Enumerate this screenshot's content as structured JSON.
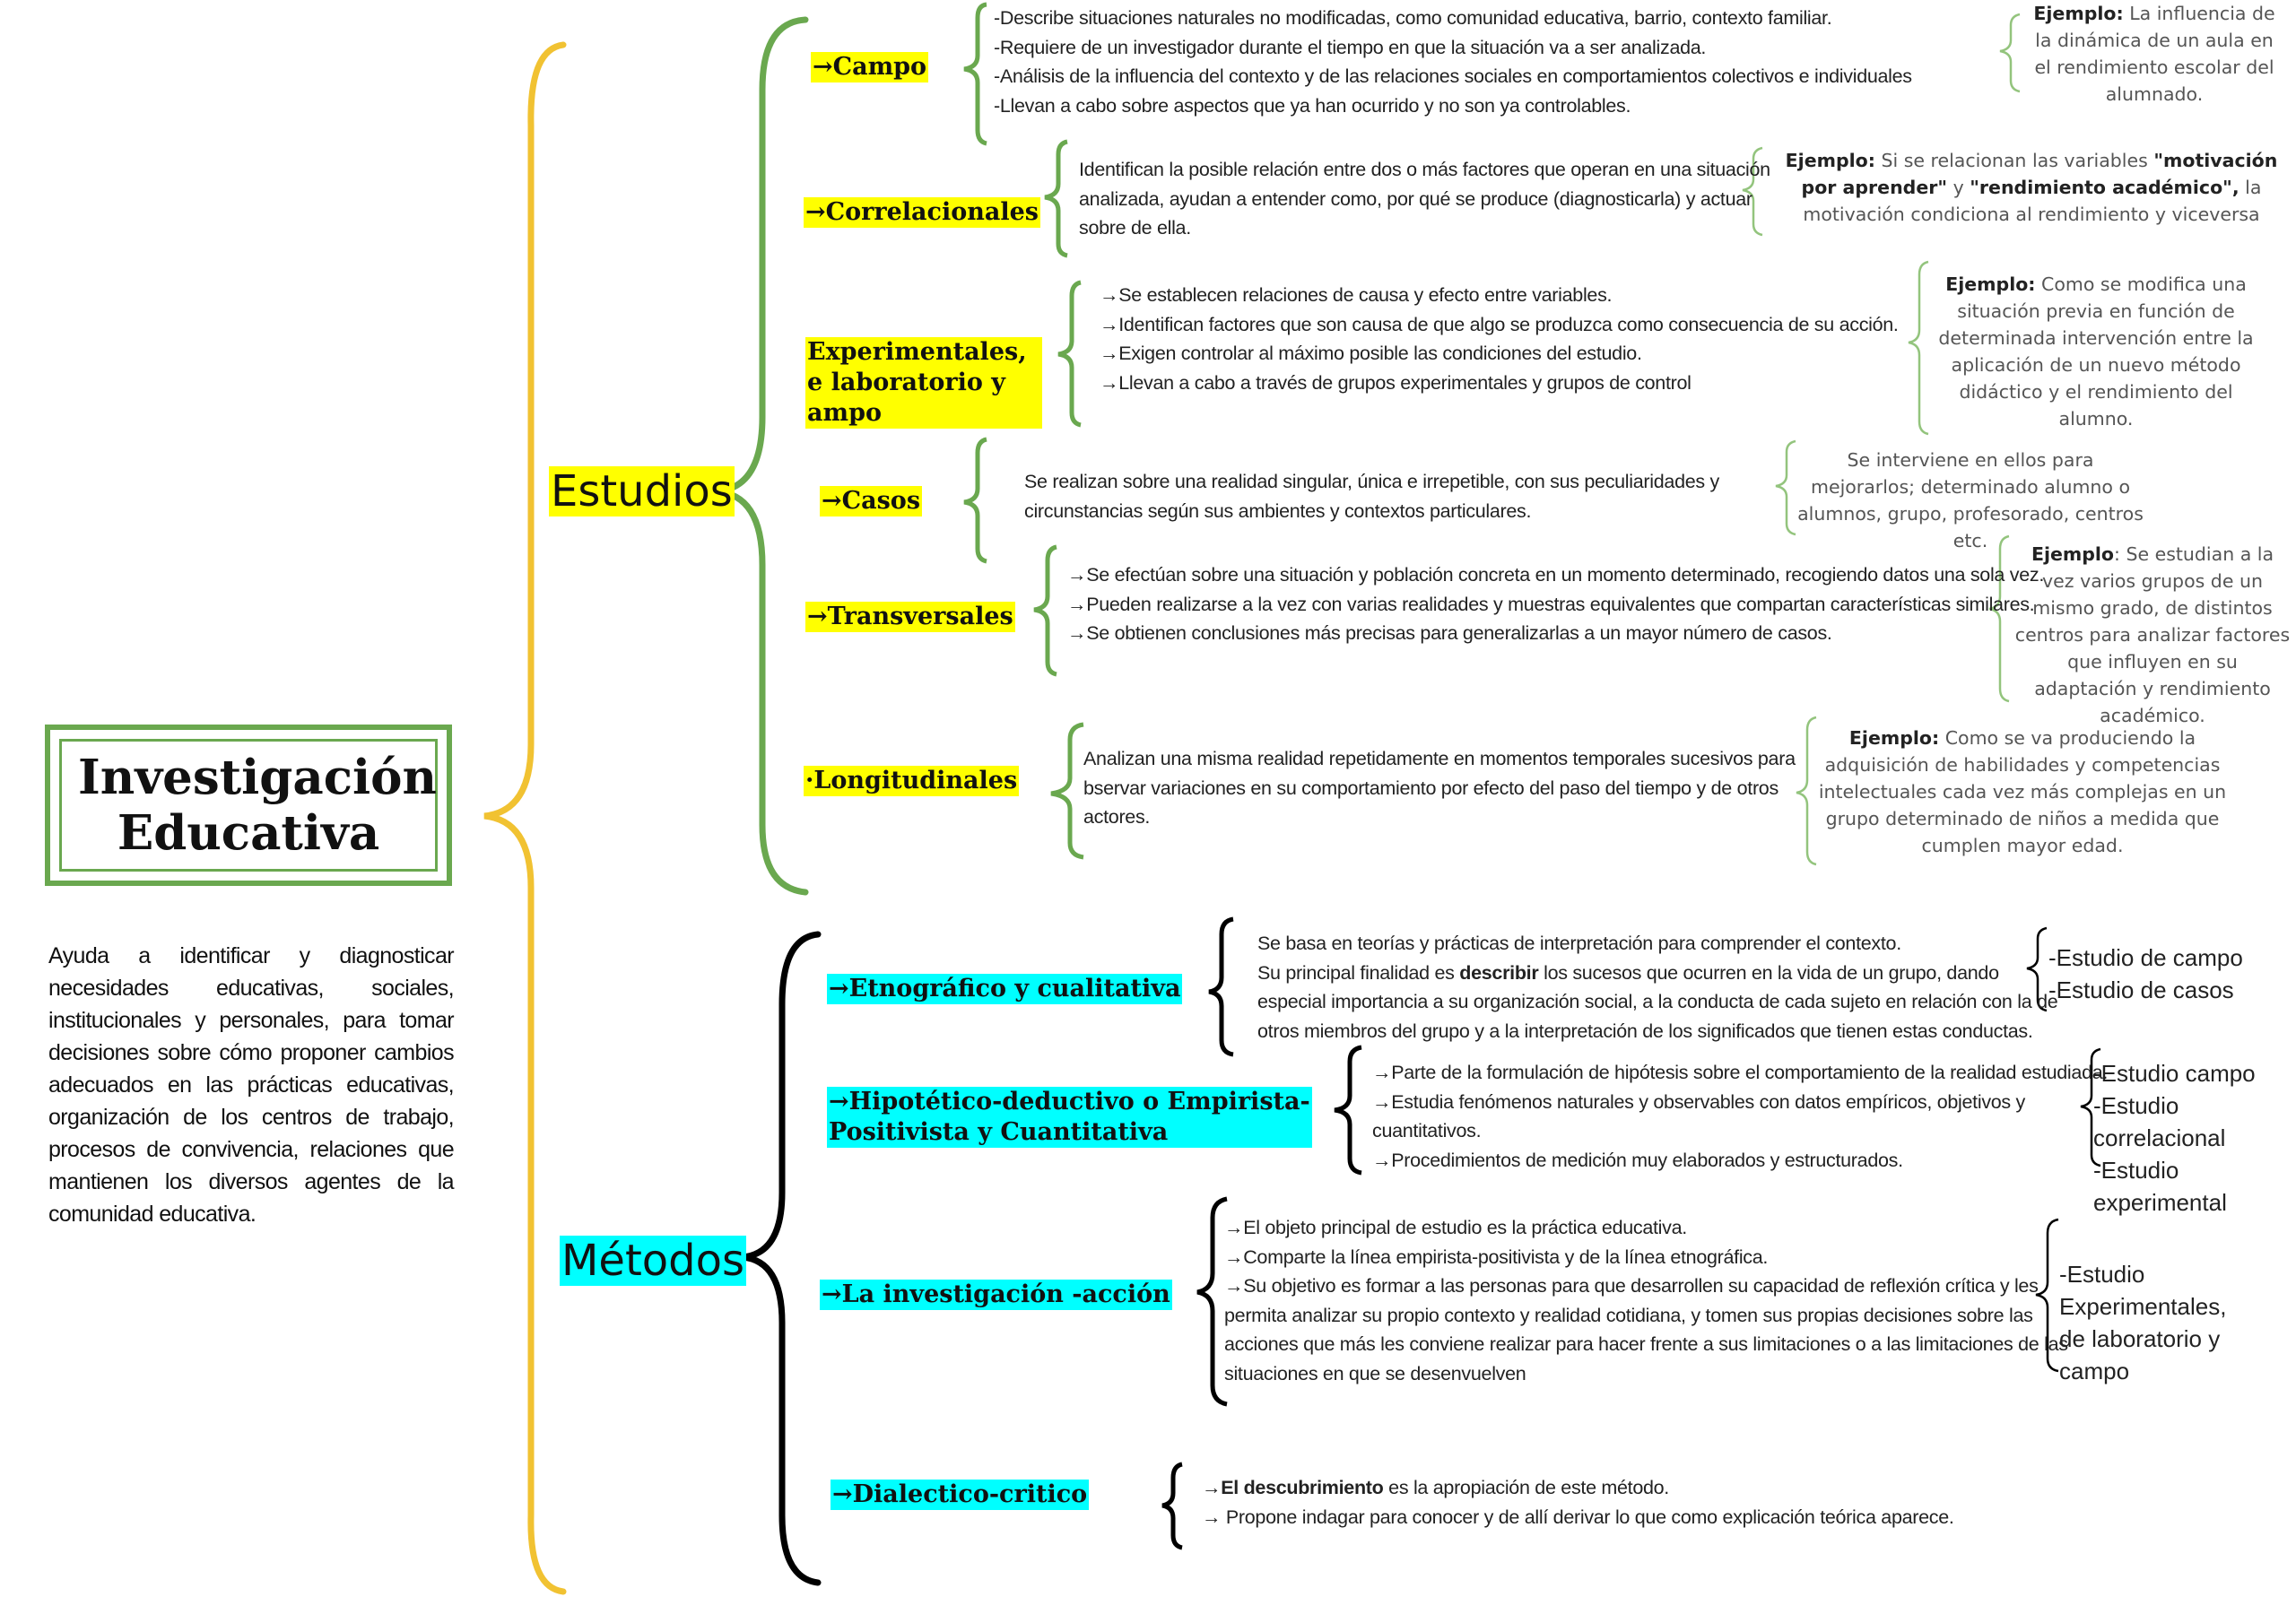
{
  "title": "Investigación Educativa",
  "intro": "Ayuda a identificar y diagnosticar necesidades educativas, sociales, institucionales y personales, para tomar decisiones sobre cómo proponer cambios adecuados en las prácticas educativas, organización de los centros de trabajo, procesos de convivencia, relaciones que mantienen los diversos agentes de la comunidad educativa.",
  "estudios": {
    "heading": "Estudios",
    "campo": {
      "label": "→Campo",
      "lines": [
        "-Describe situaciones naturales no modificadas, como comunidad educativa, barrio, contexto familiar.",
        "-Requiere de un investigador durante el tiempo en que la situación va a ser analizada.",
        "-Análisis de la influencia del contexto y de las relaciones sociales en comportamientos colectivos e individuales",
        "-Llevan a cabo sobre aspectos que ya han ocurrido y no son ya controlables."
      ],
      "example_head": "Ejemplo:",
      "example": "La influencia de la dinámica de un aula en el rendimiento escolar del alumnado."
    },
    "correlacionales": {
      "label": "→Correlacionales",
      "lines": [
        "Identifican la posible relación entre dos o más factores que operan en una situación",
        "analizada, ayudan a entender como, por qué se produce (diagnosticarla) y actuar",
        "sobre de ella."
      ],
      "example_head": "Ejemplo:",
      "example_a": "Si se relacionan las variables",
      "example_b": "\"motivación por aprender\"",
      "example_c": "y",
      "example_d": "\"rendimiento académico\",",
      "example_e": "la motivación condiciona al rendimiento y viceversa"
    },
    "experimentales": {
      "label_lines": [
        "Experimentales,",
        "e laboratorio y",
        "ampo"
      ],
      "lines": [
        "→Se establecen relaciones de causa y efecto entre variables.",
        "→Identifican factores que son causa de que algo se produzca como consecuencia de su acción.",
        "→Exigen controlar al máximo posible las condiciones del estudio.",
        "→Llevan a cabo a través de grupos experimentales y grupos de control"
      ],
      "example_head": "Ejemplo:",
      "example": "Como se modifica una situación previa en función de determinada intervención entre la aplicación de un nuevo método didáctico y el rendimiento del alumno."
    },
    "casos": {
      "label": "→Casos",
      "lines": [
        "Se realizan sobre una realidad singular, única e irrepetible, con sus peculiaridades y",
        "circunstancias según sus ambientes y contextos particulares."
      ],
      "example": "Se interviene en ellos para mejorarlos; determinado alumno o alumnos, grupo, profesorado, centros etc."
    },
    "transversales": {
      "label": "→Transversales",
      "lines": [
        "→Se efectúan sobre una situación y población concreta en un momento determinado, recogiendo datos una sola vez.",
        "→Pueden realizarse a la vez con varias realidades y muestras equivalentes que compartan características similares.",
        "→Se obtienen conclusiones más precisas para generalizarlas a un mayor número de casos."
      ],
      "example_head": "Ejemplo",
      "example": ": Se estudian a la vez varios grupos de un mismo grado, de distintos centros para analizar factores que influyen en su adaptación y rendimiento académico."
    },
    "longitudinales": {
      "label": "·Longitudinales",
      "lines": [
        "Analizan una misma realidad repetidamente en momentos temporales sucesivos para",
        "bservar variaciones en su comportamiento por efecto del paso del tiempo y de otros",
        "actores."
      ],
      "example_head": "Ejemplo:",
      "example": "Como se va produciendo la adquisición de habilidades y competencias intelectuales cada vez más complejas en un grupo determinado de niños a medida que cumplen mayor edad."
    }
  },
  "metodos": {
    "heading": "Métodos",
    "etnografico": {
      "label": "→Etnográfico y cualitativa",
      "line1": "Se basa en teorías y prácticas de interpretación para comprender el contexto.",
      "line2_a": "Su principal finalidad es",
      "line2_b": "describir",
      "line2_c": "los sucesos que ocurren en la vida de un grupo, dando",
      "line3": "especial importancia a su organización social, a la conducta de cada sujeto en relación con la de",
      "line4": "otros miembros del grupo y a la interpretación de los significados que tienen estas conductas.",
      "studies": [
        "-Estudio de campo",
        "-Estudio de casos"
      ]
    },
    "hipotetico": {
      "label_lines": [
        "→Hipotético-deductivo o Empirista-",
        "Positivista y Cuantitativa"
      ],
      "lines": [
        "→Parte de la formulación de hipótesis sobre el comportamiento de la realidad estudiada.",
        "→Estudia fenómenos naturales y observables con datos empíricos, objetivos y",
        "cuantitativos.",
        "→Procedimientos de medición muy elaborados y estructurados."
      ],
      "studies": [
        "-Estudio campo",
        "-Estudio correlacional",
        "-Estudio experimental"
      ]
    },
    "accion": {
      "label": "→La investigación -acción",
      "lines": [
        "→El objeto principal de estudio es la práctica educativa.",
        "→Comparte la línea empirista-positivista y de la línea etnográfica.",
        "→Su objetivo es formar a las personas para que desarrollen su capacidad de reflexión crítica y les",
        "permita analizar su propio contexto y realidad cotidiana, y tomen sus propias decisiones sobre las",
        "acciones que más les conviene realizar para hacer frente a sus limitaciones o a las limitaciones de las",
        "situaciones en que se desenvuelven"
      ],
      "studies": [
        "-Estudio Experimentales,",
        "de laboratorio y campo"
      ]
    },
    "dialectico": {
      "label": "→Dialectico-critico",
      "line1_a": "→",
      "line1_b": "El descubrimiento",
      "line1_c": "es la apropiación de este método.",
      "line2": "→ Propone indagar para conocer y de allí derivar lo que como explicación teórica aparece."
    }
  },
  "colors": {
    "main_brace": "#f1c232",
    "estudios_brace": "#6aa84f",
    "metodos_brace": "#000000",
    "example_brace": "#93c47d",
    "highlight_yellow": "#ffff00",
    "highlight_cyan": "#00ffff"
  }
}
